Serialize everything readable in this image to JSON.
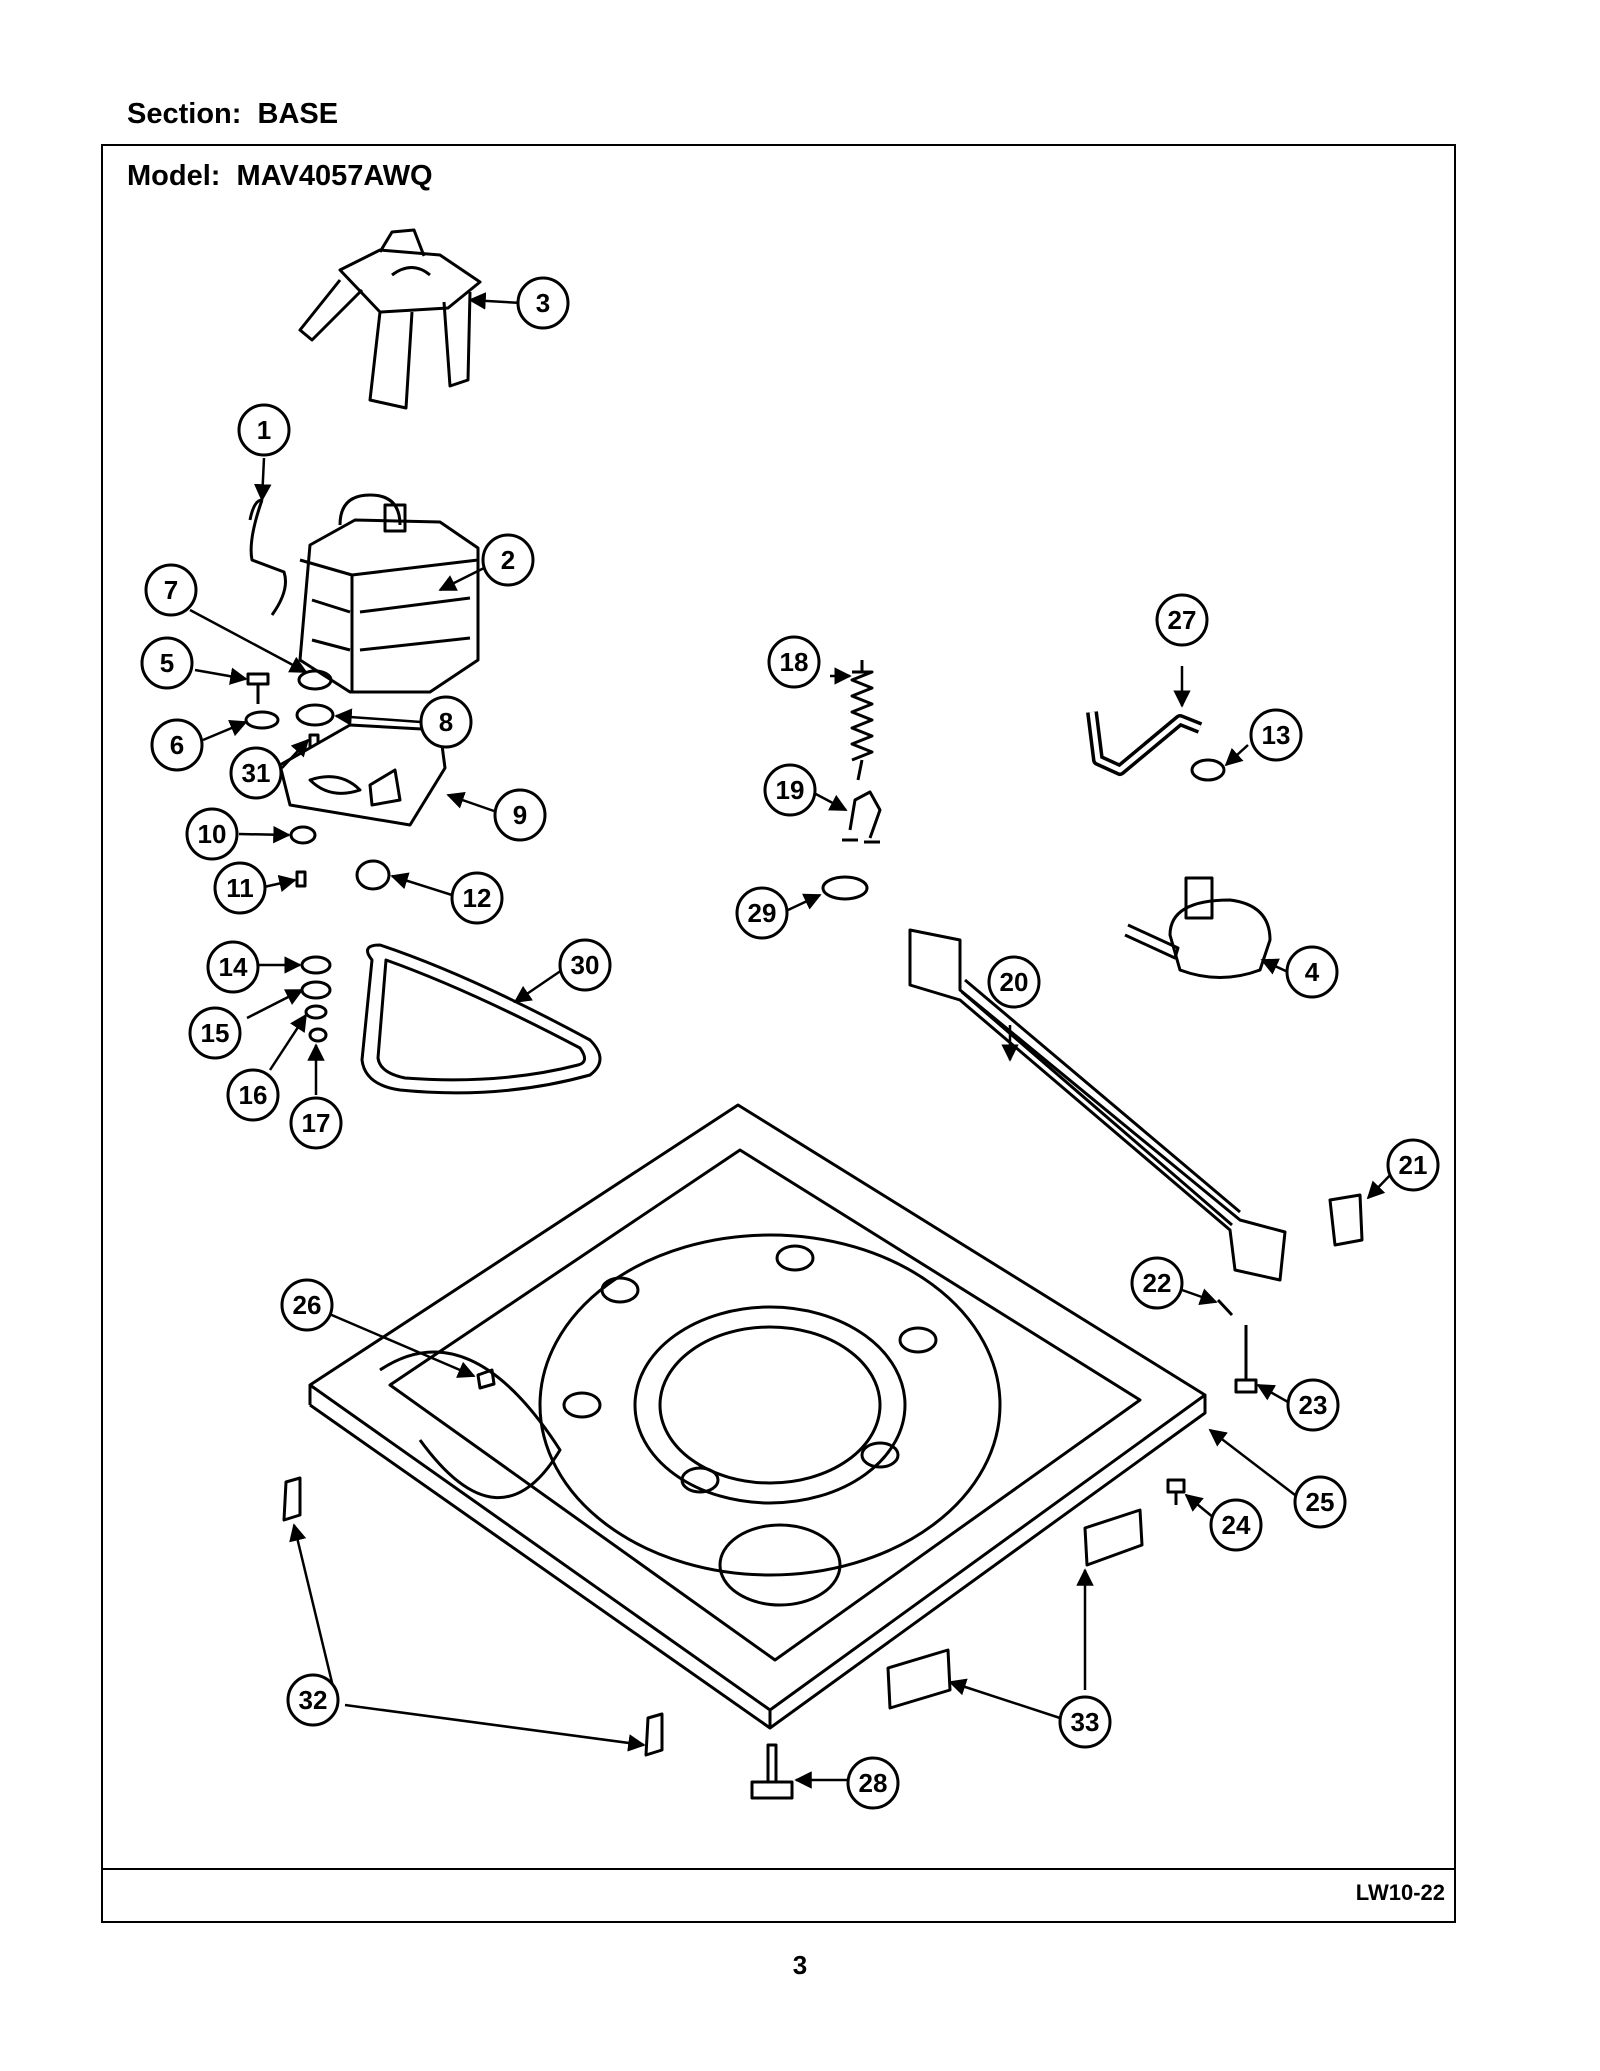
{
  "header": {
    "section_label": "Section:  BASE",
    "model_label": "Model:  MAV4057AWQ"
  },
  "footer": {
    "diagram_code": "LW10-22",
    "page_number": "3"
  },
  "callouts": [
    {
      "id": "c1",
      "label": "1"
    },
    {
      "id": "c2",
      "label": "2"
    },
    {
      "id": "c3",
      "label": "3"
    },
    {
      "id": "c4",
      "label": "4"
    },
    {
      "id": "c5",
      "label": "5"
    },
    {
      "id": "c6",
      "label": "6"
    },
    {
      "id": "c7",
      "label": "7"
    },
    {
      "id": "c8",
      "label": "8"
    },
    {
      "id": "c9",
      "label": "9"
    },
    {
      "id": "c10",
      "label": "10"
    },
    {
      "id": "c11",
      "label": "11"
    },
    {
      "id": "c12",
      "label": "12"
    },
    {
      "id": "c13",
      "label": "13"
    },
    {
      "id": "c14",
      "label": "14"
    },
    {
      "id": "c15",
      "label": "15"
    },
    {
      "id": "c16",
      "label": "16"
    },
    {
      "id": "c17",
      "label": "17"
    },
    {
      "id": "c18",
      "label": "18"
    },
    {
      "id": "c19",
      "label": "19"
    },
    {
      "id": "c20",
      "label": "20"
    },
    {
      "id": "c21",
      "label": "21"
    },
    {
      "id": "c22",
      "label": "22"
    },
    {
      "id": "c23",
      "label": "23"
    },
    {
      "id": "c24",
      "label": "24"
    },
    {
      "id": "c25",
      "label": "25"
    },
    {
      "id": "c26",
      "label": "26"
    },
    {
      "id": "c27",
      "label": "27"
    },
    {
      "id": "c28",
      "label": "28"
    },
    {
      "id": "c29",
      "label": "29"
    },
    {
      "id": "c30",
      "label": "30"
    },
    {
      "id": "c31",
      "label": "31"
    },
    {
      "id": "c32",
      "label": "32"
    },
    {
      "id": "c33",
      "label": "33"
    }
  ]
}
